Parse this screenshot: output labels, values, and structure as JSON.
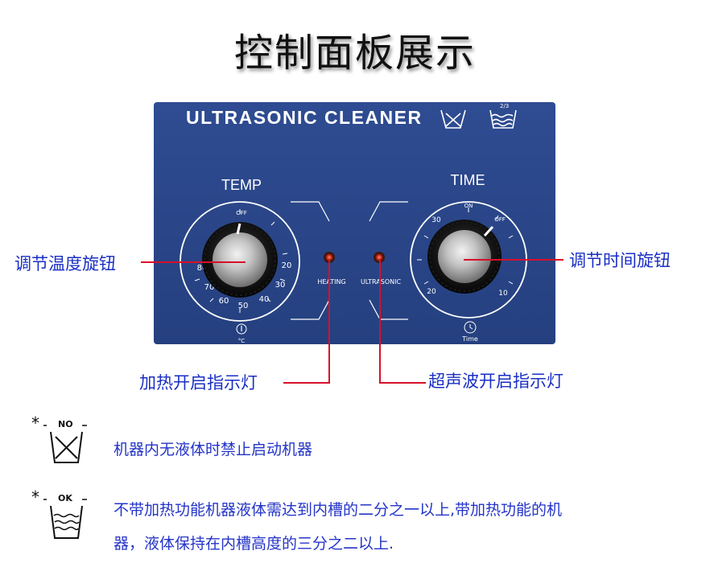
{
  "title": "控制面板展示",
  "panel": {
    "brand": "ULTRASONIC CLEANER",
    "temp_label": "TEMP",
    "time_label": "TIME",
    "temp_scale": [
      "OFF",
      "20",
      "30",
      "40",
      "50",
      "60",
      "70",
      "80"
    ],
    "temp_unit": "°C",
    "time_scale": [
      "ON",
      "OFF",
      "30",
      "20",
      "10"
    ],
    "time_caption": "Time",
    "heating_label": "HEATING",
    "ultrasonic_label": "ULTRASONIC",
    "icon_fill_label": "2/3"
  },
  "callouts": {
    "temp_knob": "调节温度旋钮",
    "time_knob": "调节时间旋钮",
    "heating_light": "加热开启指示灯",
    "ultrasonic_light": "超声波开启指示灯"
  },
  "notes": [
    {
      "icon": "no-liquid-icon",
      "badge": "NO",
      "star": "*",
      "text": "机器内无液体时禁止启动机器"
    },
    {
      "icon": "liquid-level-icon",
      "badge": "OK",
      "star": "*",
      "line1": "不带加热功能机器液体需达到内槽的二分之一以上,带加热功能的机",
      "line2": "器，液体保持在内槽高度的三分之二以上."
    }
  ],
  "colors": {
    "panel": "#2a4788",
    "callout_line": "#d80f2a",
    "callout_text": "#1a2fc4"
  }
}
